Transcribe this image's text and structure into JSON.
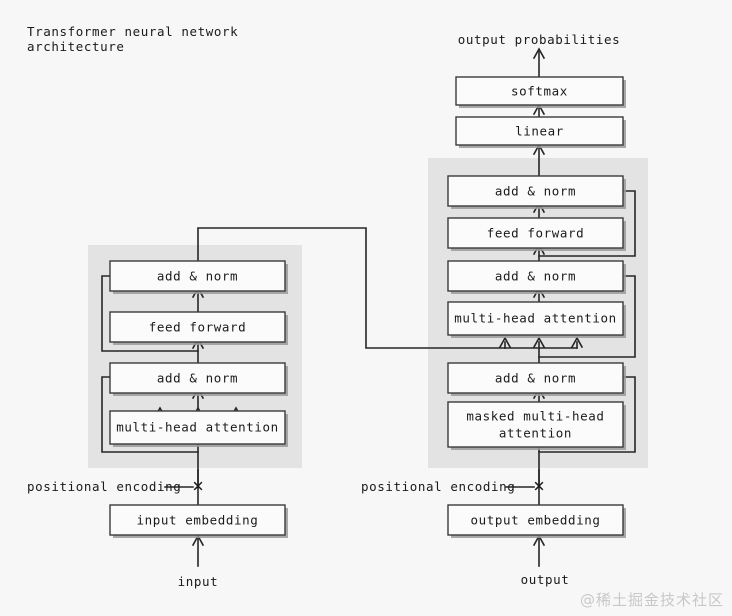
{
  "meta": {
    "title_line1": "Transformer neural network",
    "title_line2": "architecture",
    "background_color": "#f7f7f7",
    "panel_color": "#e3e3e3",
    "box_fill": "#fbfbfb",
    "box_stroke": "#3a3a3a",
    "wire_color": "#262626"
  },
  "watermark": {
    "text": "@稀土掘金技术社区",
    "color": "#c8c8c8"
  },
  "encoder": {
    "panel_name": "encoder-stack",
    "blocks": [
      {
        "id": "enc-add-norm-2",
        "label": "add & norm"
      },
      {
        "id": "enc-feed-forward",
        "label": "feed forward"
      },
      {
        "id": "enc-add-norm-1",
        "label": "add & norm"
      },
      {
        "id": "enc-multi-head-attention",
        "label": "multi-head attention"
      }
    ],
    "positional_encoding_label": "positional encoding",
    "positional_encoding_marker": "✕",
    "embedding_label": "input embedding",
    "io_label": "input"
  },
  "decoder": {
    "panel_name": "decoder-stack",
    "blocks": [
      {
        "id": "dec-add-norm-3",
        "label": "add & norm"
      },
      {
        "id": "dec-feed-forward",
        "label": "feed forward"
      },
      {
        "id": "dec-add-norm-2",
        "label": "add & norm"
      },
      {
        "id": "dec-multi-head-attention",
        "label": "multi-head attention"
      },
      {
        "id": "dec-add-norm-1",
        "label": "add & norm"
      },
      {
        "id": "dec-masked-attention",
        "label_line1": "masked multi-head",
        "label_line2": "attention"
      }
    ],
    "positional_encoding_label": "positional encoding",
    "positional_encoding_marker": "✕",
    "embedding_label": "output embedding",
    "io_label": "output"
  },
  "head": {
    "softmax_label": "softmax",
    "linear_label": "linear",
    "output_label": "output probabilities"
  }
}
